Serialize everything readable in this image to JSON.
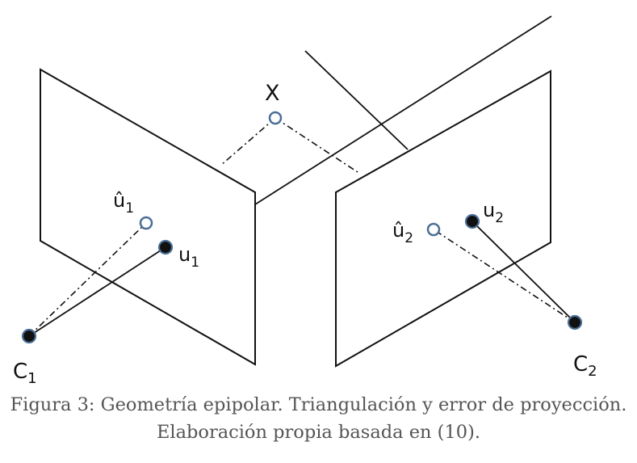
{
  "labels": {
    "X": "X",
    "u1_hat_base": "û",
    "u1_hat_sub": "1",
    "u1_base": "u",
    "u1_sub": "1",
    "c1_base": "C",
    "c1_sub": "1",
    "u2_hat_base": "û",
    "u2_hat_sub": "2",
    "u2_base": "u",
    "u2_sub": "2",
    "c2_base": "C",
    "c2_sub": "2"
  },
  "caption": {
    "line1": "Figura 3: Geometría epipolar. Triangulación y error de proyección.",
    "line2": "Elaboración propia basada en (10)."
  },
  "colors": {
    "stroke": "#111111",
    "point_outline": "#4a6f96",
    "caption_text": "#555555"
  }
}
